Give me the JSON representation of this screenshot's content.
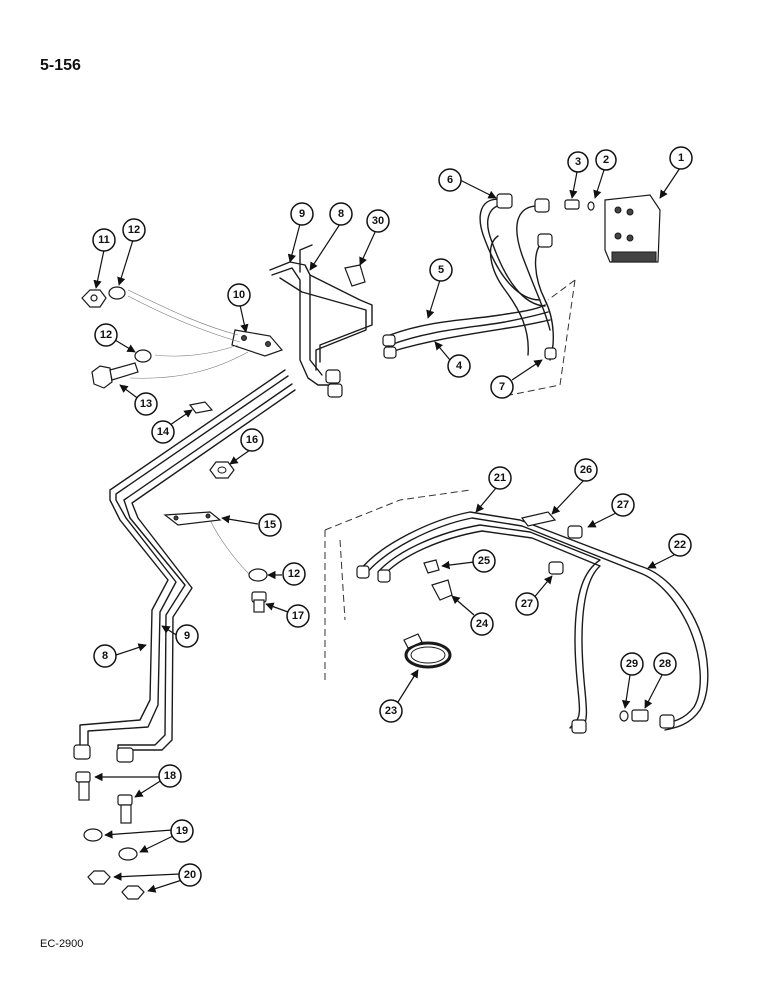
{
  "page_number": "5-156",
  "figure_code": "EC-2900",
  "callouts": [
    "1",
    "2",
    "3",
    "6",
    "9",
    "8",
    "30",
    "11",
    "12",
    "10",
    "5",
    "12",
    "4",
    "13",
    "7",
    "14",
    "16",
    "15",
    "21",
    "26",
    "27",
    "22",
    "25",
    "12",
    "27",
    "17",
    "24",
    "8",
    "9",
    "23",
    "29",
    "28",
    "18",
    "19",
    "20"
  ]
}
